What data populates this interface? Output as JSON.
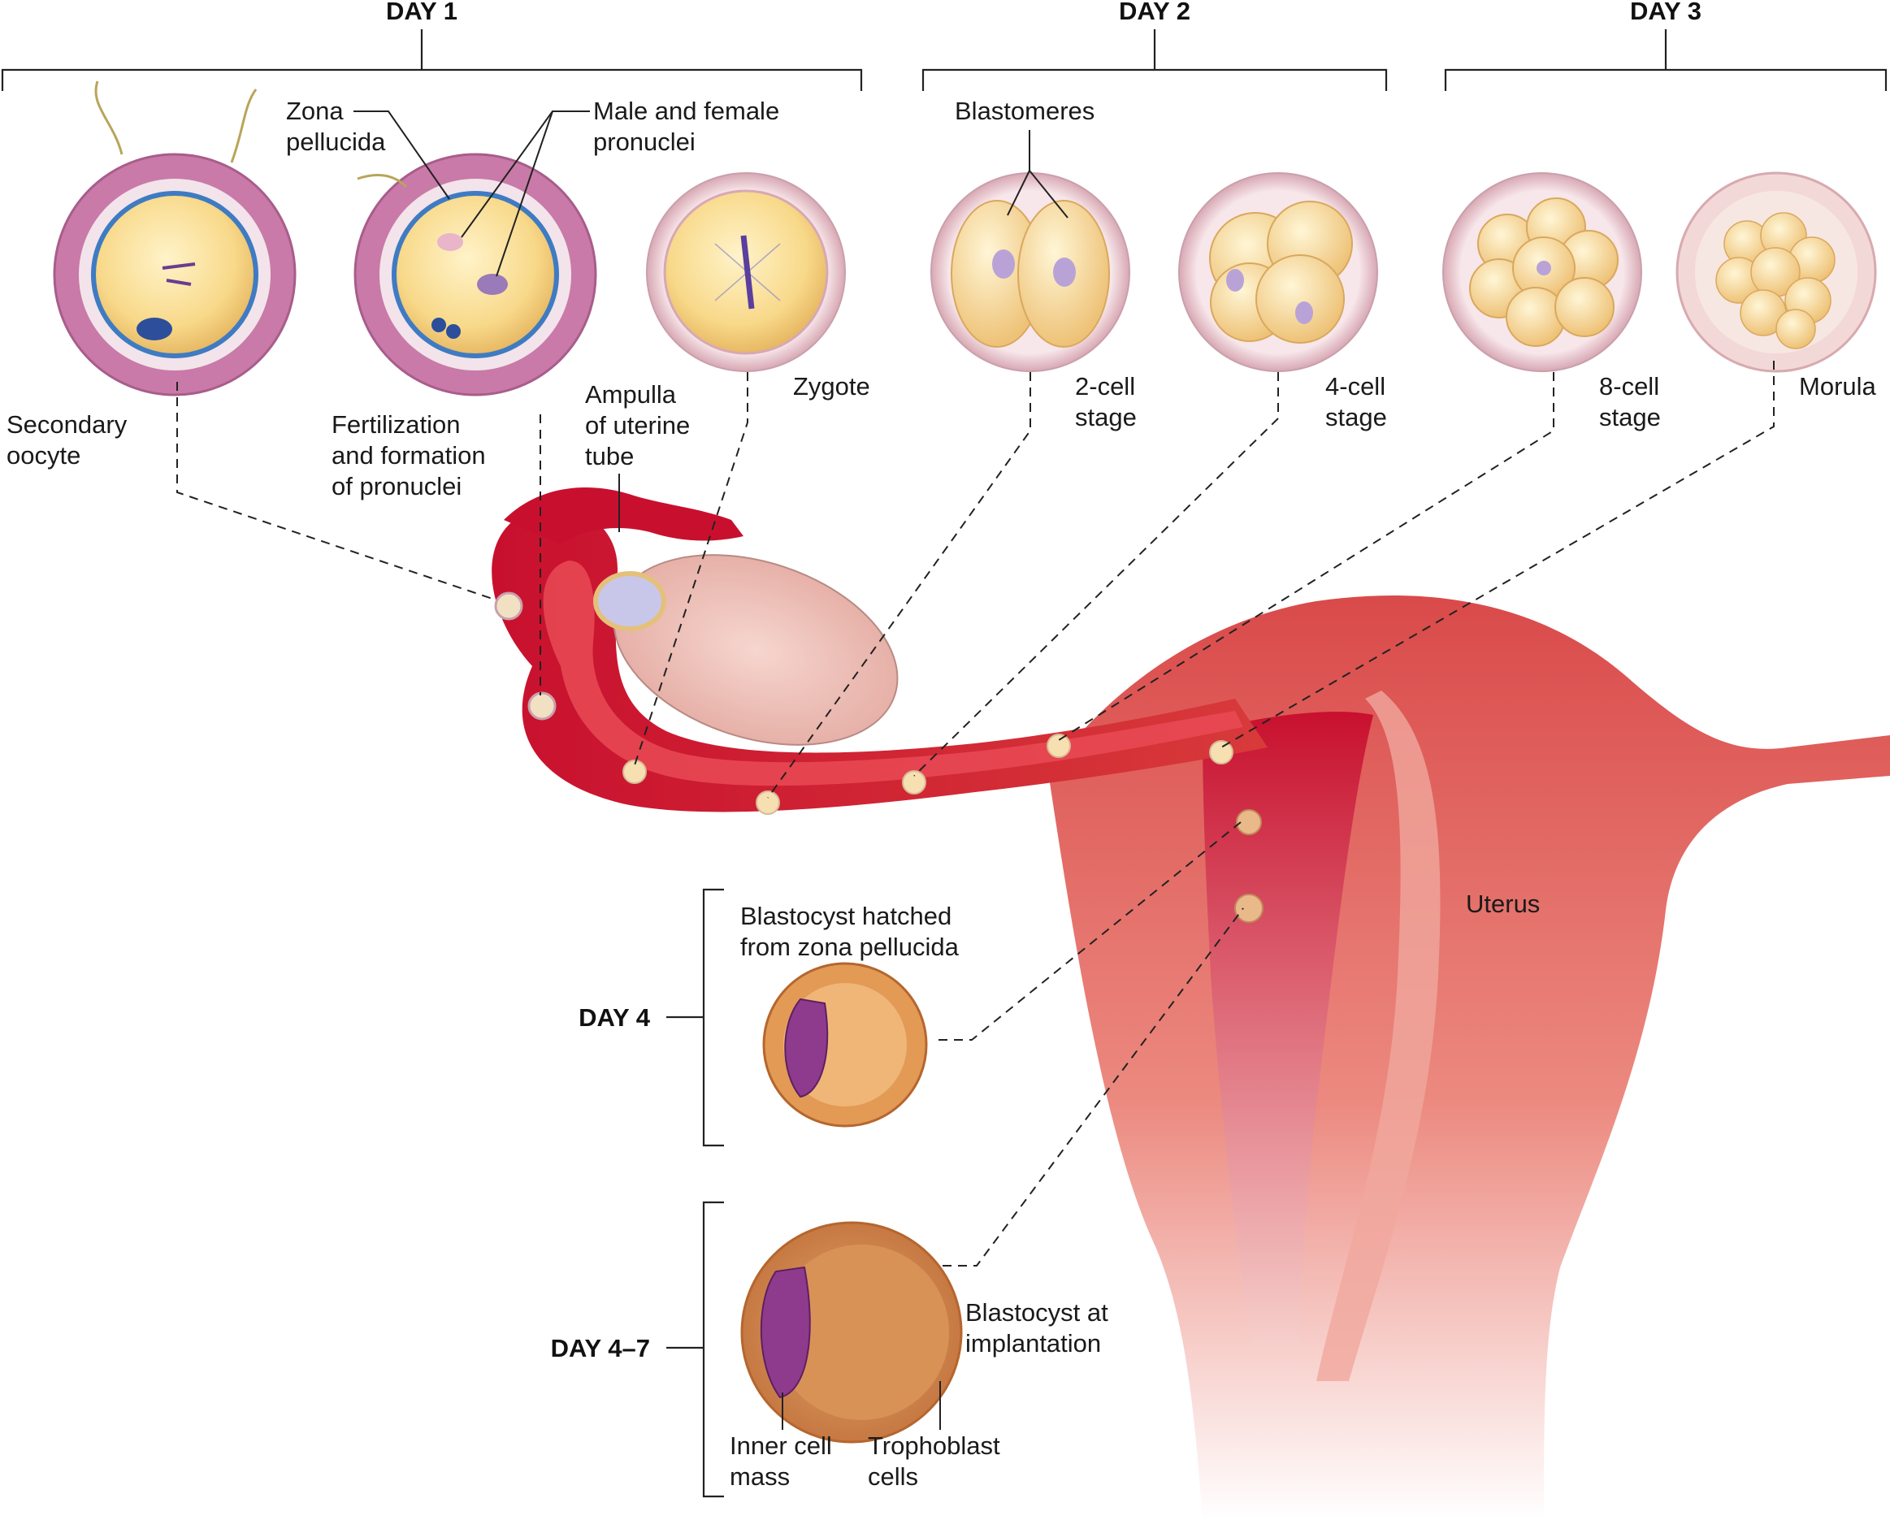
{
  "days": {
    "day1": "DAY 1",
    "day2": "DAY 2",
    "day3": "DAY 3",
    "day4": "DAY 4",
    "day4to7": "DAY 4–7"
  },
  "labels": {
    "zona_line1": "Zona",
    "zona_line2": "pellucida",
    "pronuclei_line1": "Male and female",
    "pronuclei_line2": "pronuclei",
    "blastomeres": "Blastomeres",
    "secondary_line1": "Secondary",
    "secondary_line2": "oocyte",
    "fert_line1": "Fertilization",
    "fert_line2": "and formation",
    "fert_line3": "of pronuclei",
    "ampulla_line1": "Ampulla",
    "ampulla_line2": "of uterine",
    "ampulla_line3": "tube",
    "zygote": "Zygote",
    "two_cell_line1": "2-cell",
    "two_cell_line2": "stage",
    "four_cell_line1": "4-cell",
    "four_cell_line2": "stage",
    "eight_cell_line1": "8-cell",
    "eight_cell_line2": "stage",
    "morula": "Morula",
    "uterus": "Uterus",
    "hatched_line1": "Blastocyst hatched",
    "hatched_line2": "from zona pellucida",
    "implant_line1": "Blastocyst at",
    "implant_line2": "implantation",
    "icm_line1": "Inner cell",
    "icm_line2": "mass",
    "troph_line1": "Trophoblast",
    "troph_line2": "cells"
  },
  "colors": {
    "tube_red": "#c8102e",
    "uterus_pink": "#e8736b",
    "ovary": "#f2c4bc",
    "egg_yellow": "#f8d98a",
    "corona": "#c97aa8",
    "inner_cell_mass": "#8e3b8e",
    "blastocyst": "#e29a55"
  }
}
